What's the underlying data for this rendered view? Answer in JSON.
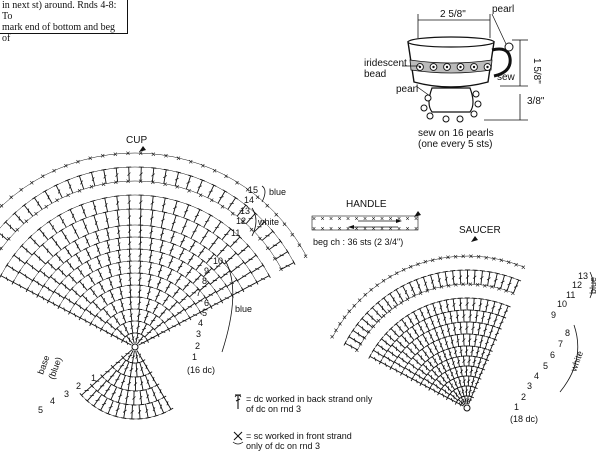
{
  "top_note": {
    "line1": "in next st) around. Rnds 4-8: To",
    "line2": "mark end of bottom and beg of"
  },
  "cup_sketch": {
    "width_label": "2 5/8\"",
    "height_label": "1 5/8\"",
    "base_label": "3/8\"",
    "pearl_top_label": "pearl",
    "pearl_bottom_label": "pearl",
    "bead_label_line1": "iridescent",
    "bead_label_line2": "bead",
    "sew_label": "sew",
    "note_line1": "sew on 16 pearls",
    "note_line2": "(one every 5 sts)"
  },
  "cup_chart": {
    "title": "CUP",
    "rounds_blue": [
      "15",
      "14"
    ],
    "blue_label": "blue",
    "rounds_white": [
      "13",
      "12",
      "11"
    ],
    "white_label": "white",
    "rounds_lower": [
      "10",
      "9",
      "8",
      "7",
      "6",
      "5",
      "4",
      "3",
      "2",
      "1"
    ],
    "blue_label_2": "blue",
    "center_note": "(16 dc)",
    "base_label_line1": "base",
    "base_label_line2": "(blue)",
    "base_rounds": [
      "1",
      "2",
      "3",
      "4",
      "5"
    ]
  },
  "handle_chart": {
    "title": "HANDLE",
    "note": "beg ch : 36 sts (2 3/4\")"
  },
  "saucer_chart": {
    "title": "SAUCER",
    "rounds_top": [
      "13",
      "12",
      "11"
    ],
    "blue_label": "blue",
    "rounds_rest": [
      "10",
      "9",
      "8",
      "7",
      "6",
      "5",
      "4",
      "3",
      "2",
      "1"
    ],
    "white_label": "white",
    "center_note": "(18 dc)"
  },
  "legend": {
    "dc_back_line1": "= dc worked in back strand only",
    "dc_back_line2": "of dc on rnd 3",
    "sc_front_line1": "= sc worked in front strand",
    "sc_front_line2": "only of dc on rnd 3"
  }
}
